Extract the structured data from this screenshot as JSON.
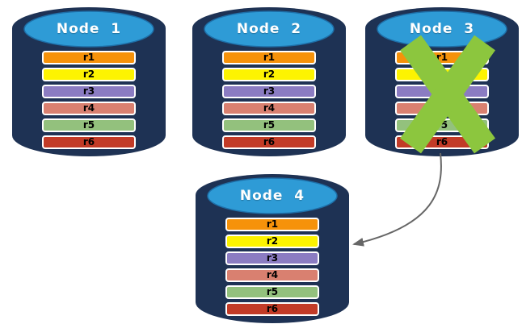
{
  "diagram": {
    "background": "#FFFFFF",
    "colors": {
      "cylinder_body": "#1E3254",
      "cylinder_top": "#2E9BD6",
      "cylinder_top_edge": "#1E6FA8",
      "bar_border": "#FFFFFF",
      "bar_text": "#000000",
      "title_text": "#FFFFFF",
      "failure_x": "#8CC63E",
      "arrow": "#666666"
    },
    "nodes": [
      {
        "label": "Node  1",
        "failed": false,
        "rows": [
          {
            "label": "r1",
            "color": "#F6920A"
          },
          {
            "label": "r2",
            "color": "#FDF301"
          },
          {
            "label": "r3",
            "color": "#8B7CC2"
          },
          {
            "label": "r4",
            "color": "#D98070"
          },
          {
            "label": "r5",
            "color": "#93C17D"
          },
          {
            "label": "r6",
            "color": "#C23B27"
          }
        ]
      },
      {
        "label": "Node  2",
        "failed": false,
        "rows": [
          {
            "label": "r1",
            "color": "#F6920A"
          },
          {
            "label": "r2",
            "color": "#FDF301"
          },
          {
            "label": "r3",
            "color": "#8B7CC2"
          },
          {
            "label": "r4",
            "color": "#D98070"
          },
          {
            "label": "r5",
            "color": "#93C17D"
          },
          {
            "label": "r6",
            "color": "#C23B27"
          }
        ]
      },
      {
        "label": "Node  3",
        "failed": true,
        "rows": [
          {
            "label": "r1",
            "color": "#F6920A"
          },
          {
            "label": "r2",
            "color": "#FDF301"
          },
          {
            "label": "r3",
            "color": "#8B7CC2"
          },
          {
            "label": "r4",
            "color": "#D98070"
          },
          {
            "label": "r5",
            "color": "#93C17D"
          },
          {
            "label": "r6",
            "color": "#C23B27"
          }
        ]
      },
      {
        "label": "Node  4",
        "failed": false,
        "rows": [
          {
            "label": "r1",
            "color": "#F6920A"
          },
          {
            "label": "r2",
            "color": "#FDF301"
          },
          {
            "label": "r3",
            "color": "#8B7CC2"
          },
          {
            "label": "r4",
            "color": "#D98070"
          },
          {
            "label": "r5",
            "color": "#93C17D"
          },
          {
            "label": "r6",
            "color": "#C23B27"
          }
        ]
      }
    ],
    "arrow": {
      "from": "Node 3",
      "to": "Node 4"
    }
  }
}
